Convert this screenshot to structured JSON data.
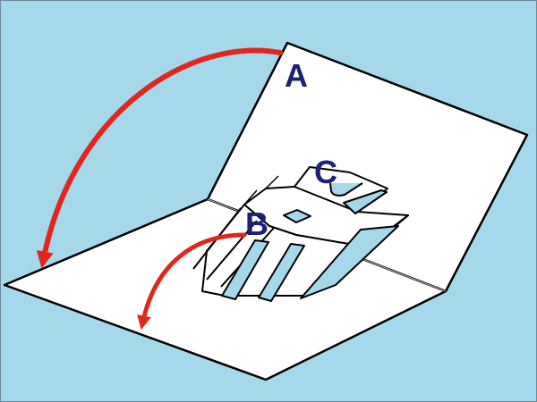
{
  "diagram": {
    "colors": {
      "background": "#a6d8ec",
      "card": "#ffffff",
      "outline": "#000000",
      "cutout": "#a6d8ec",
      "arrow": "#e0261f",
      "label": "#1b2173"
    },
    "labels": {
      "a": "A",
      "b": "B",
      "c": "C"
    }
  }
}
